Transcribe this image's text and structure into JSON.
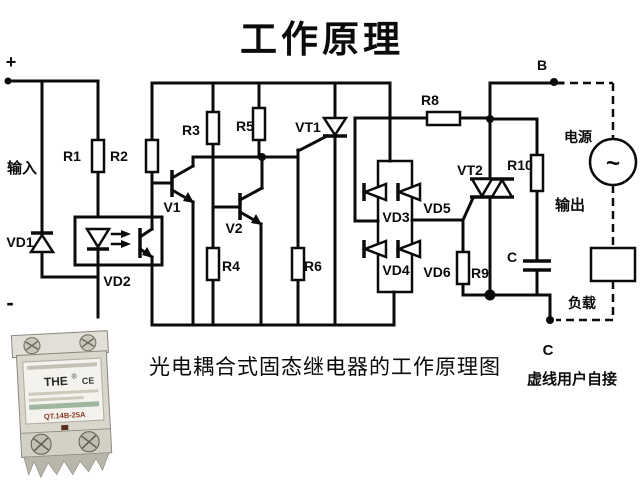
{
  "title": "工作原理",
  "caption": "光电耦合式固态继电器的工作原理图",
  "note": "虚线用户自接",
  "terminals": {
    "plus": "+",
    "minus": "-",
    "b": "B",
    "c": "C"
  },
  "side_labels": {
    "input": "输入",
    "power": "电源",
    "output": "输出",
    "load": "负载"
  },
  "components": {
    "r1": "R1",
    "r2": "R2",
    "r3": "R3",
    "r4": "R4",
    "r5": "R5",
    "r6": "R6",
    "r8": "R8",
    "r9": "R9",
    "r10": "R10",
    "v1": "V1",
    "v2": "V2",
    "vt1": "VT1",
    "vt2": "VT2",
    "vd1": "VD1",
    "vd2": "VD2",
    "vd3": "VD3",
    "vd4": "VD4",
    "vd5": "VD5",
    "vd6": "VD6",
    "capacitor": "C",
    "ac_source": "~"
  },
  "photo": {
    "brand": "THE",
    "reg": "®",
    "ce_mark": "CE",
    "model": "QT.14B-25A"
  },
  "colors": {
    "line": "#0b0b0b",
    "background": "#ffffff"
  }
}
